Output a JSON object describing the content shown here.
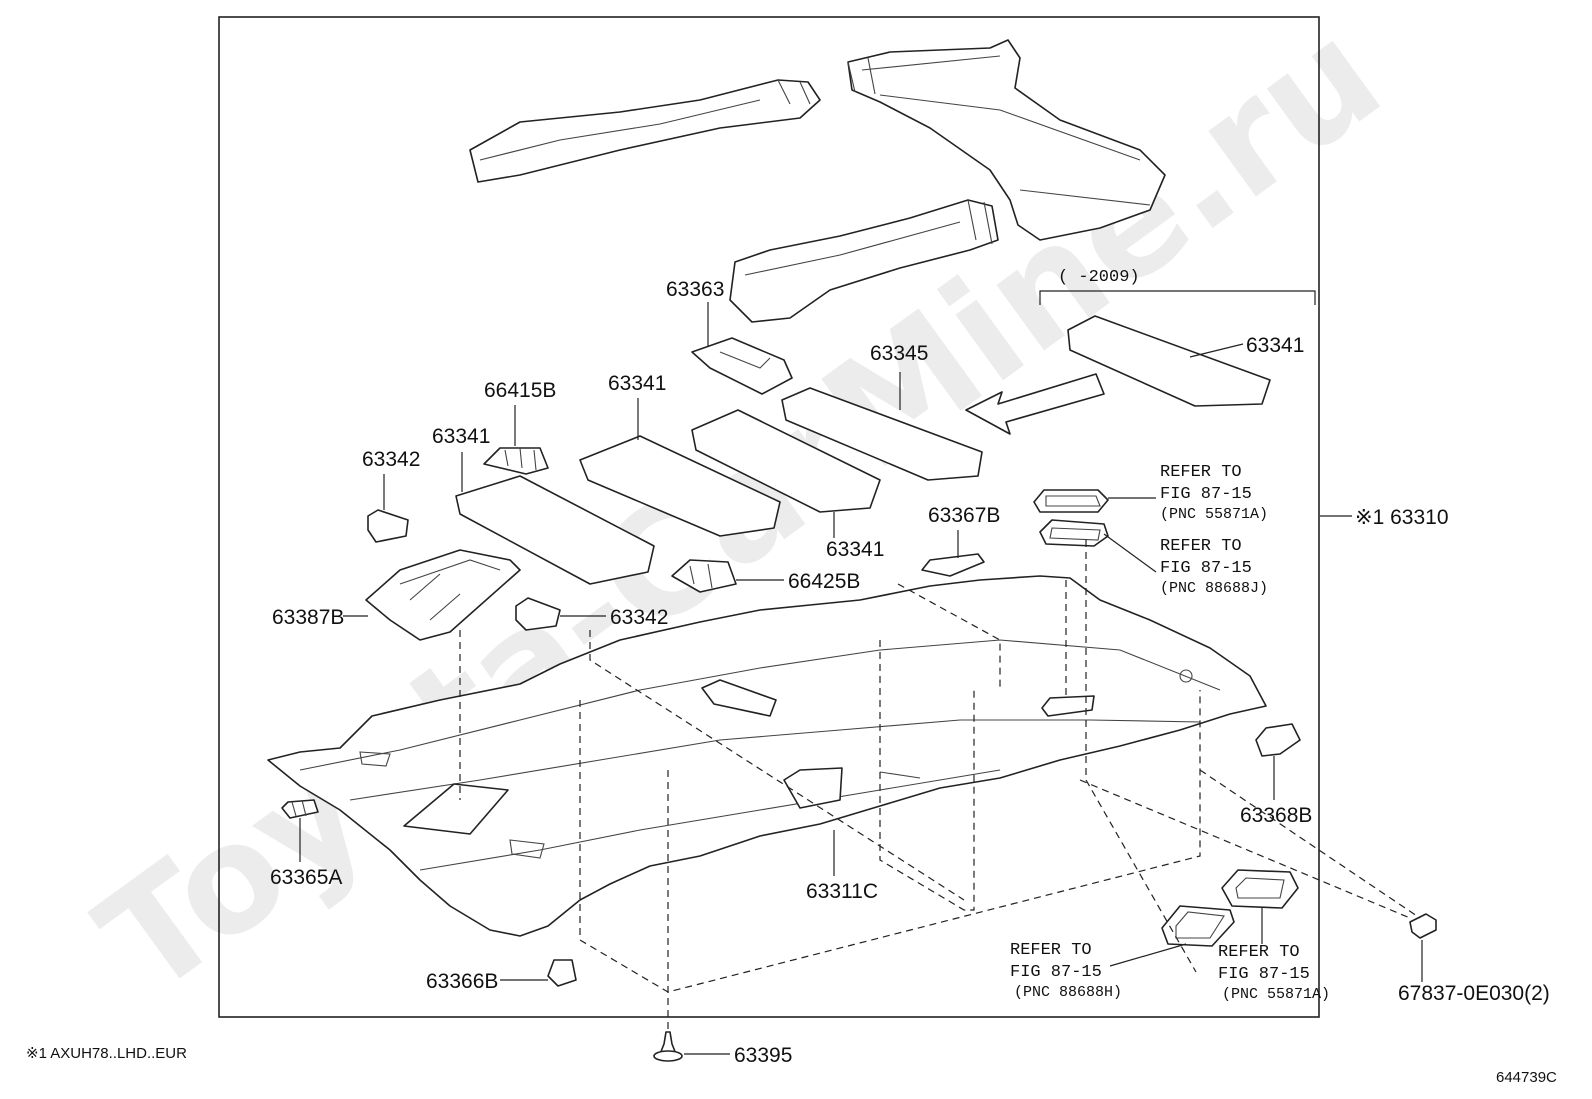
{
  "watermark": "Toyota-CarMine.ru",
  "labels": {
    "p63363": "63363",
    "p66415B": "66415B",
    "p63341_c": "63341",
    "p63345": "63345",
    "p63341_r": "63341",
    "p63342_top": "63342",
    "p63341_l": "63341",
    "p63341_bot": "63341",
    "p63367B": "63367B",
    "p66425B": "66425B",
    "p63387B": "63387B",
    "p63342_mid": "63342",
    "p63310": "※1 63310",
    "p63368B": "63368B",
    "p63365A": "63365A",
    "p63311C": "63311C",
    "p63366B": "63366B",
    "p63395": "63395",
    "p67837": "67837-0E030(2)",
    "year_range": "(    -2009)"
  },
  "refers": {
    "r1": [
      "REFER TO",
      "FIG 87-15",
      "(PNC 55871A)"
    ],
    "r2": [
      "REFER TO",
      "FIG 87-15",
      "(PNC 88688J)"
    ],
    "r3": [
      "REFER TO",
      "FIG 87-15",
      "(PNC 88688H)"
    ],
    "r4": [
      "REFER TO",
      "FIG 87-15",
      "(PNC 55871A)"
    ]
  },
  "footnote": "※1 AXUH78..LHD..EUR",
  "figure_code": "644739C"
}
